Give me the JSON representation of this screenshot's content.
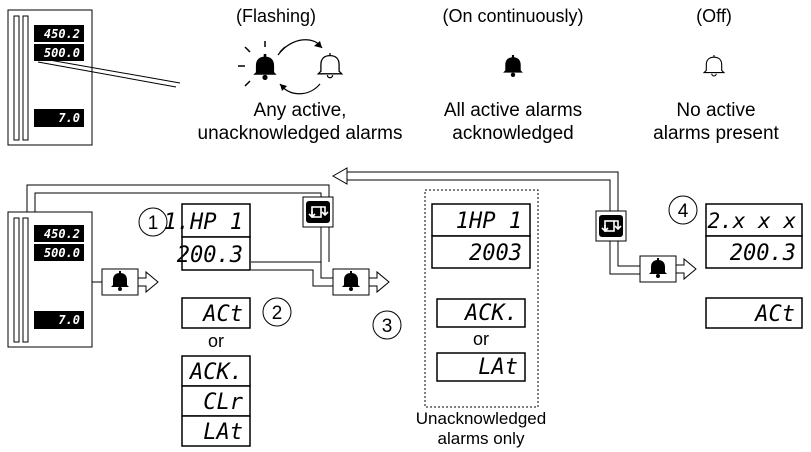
{
  "states": {
    "flashing": {
      "title": "(Flashing)",
      "desc1": "Any active,",
      "desc2": "unacknowledged alarms"
    },
    "on": {
      "title": "(On continuously)",
      "desc1": "All active alarms",
      "desc2": "acknowledged"
    },
    "off": {
      "title": "(Off)",
      "desc1": "No active",
      "desc2": "alarms present"
    }
  },
  "controller": {
    "upper": "450.2",
    "mid": "500.0",
    "lower": "7.0"
  },
  "steps": {
    "one": "1",
    "two": "2",
    "three": "3",
    "four": "4"
  },
  "displays": {
    "d1_top": "1.HP 1",
    "d1_bot": "200.3",
    "d3_top": "1HP 1",
    "d3_bot": "2003",
    "d4_top": "2.x x x",
    "d4_bot": "200.3",
    "act": "ACt",
    "ack": "ACK.",
    "clr": "CLr",
    "lat": "LAt"
  },
  "words": {
    "or": "or"
  },
  "notes": {
    "unack1": "Unacknowledged",
    "unack2": "alarms only"
  },
  "icons": {
    "bell": "bell-icon",
    "page": "page-key-icon"
  }
}
